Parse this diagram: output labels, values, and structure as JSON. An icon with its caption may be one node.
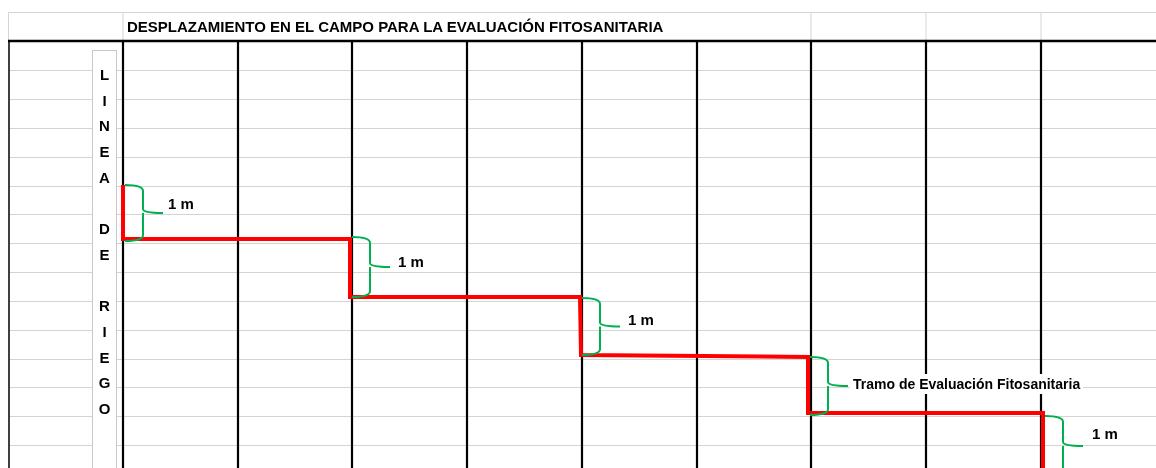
{
  "diagram": {
    "title": "DESPLAZAMIENTO EN EL CAMPO PARA LA EVALUACIÓN FITOSANITARIA",
    "nodes": [
      {
        "text": [
          "LINEA DE RIEGO"
        ]
      }
    ],
    "labels": [
      "1 m",
      "1 m",
      "1 m",
      "Tramo de Evaluación Fitosanitaria",
      "1 m"
    ]
  }
}
